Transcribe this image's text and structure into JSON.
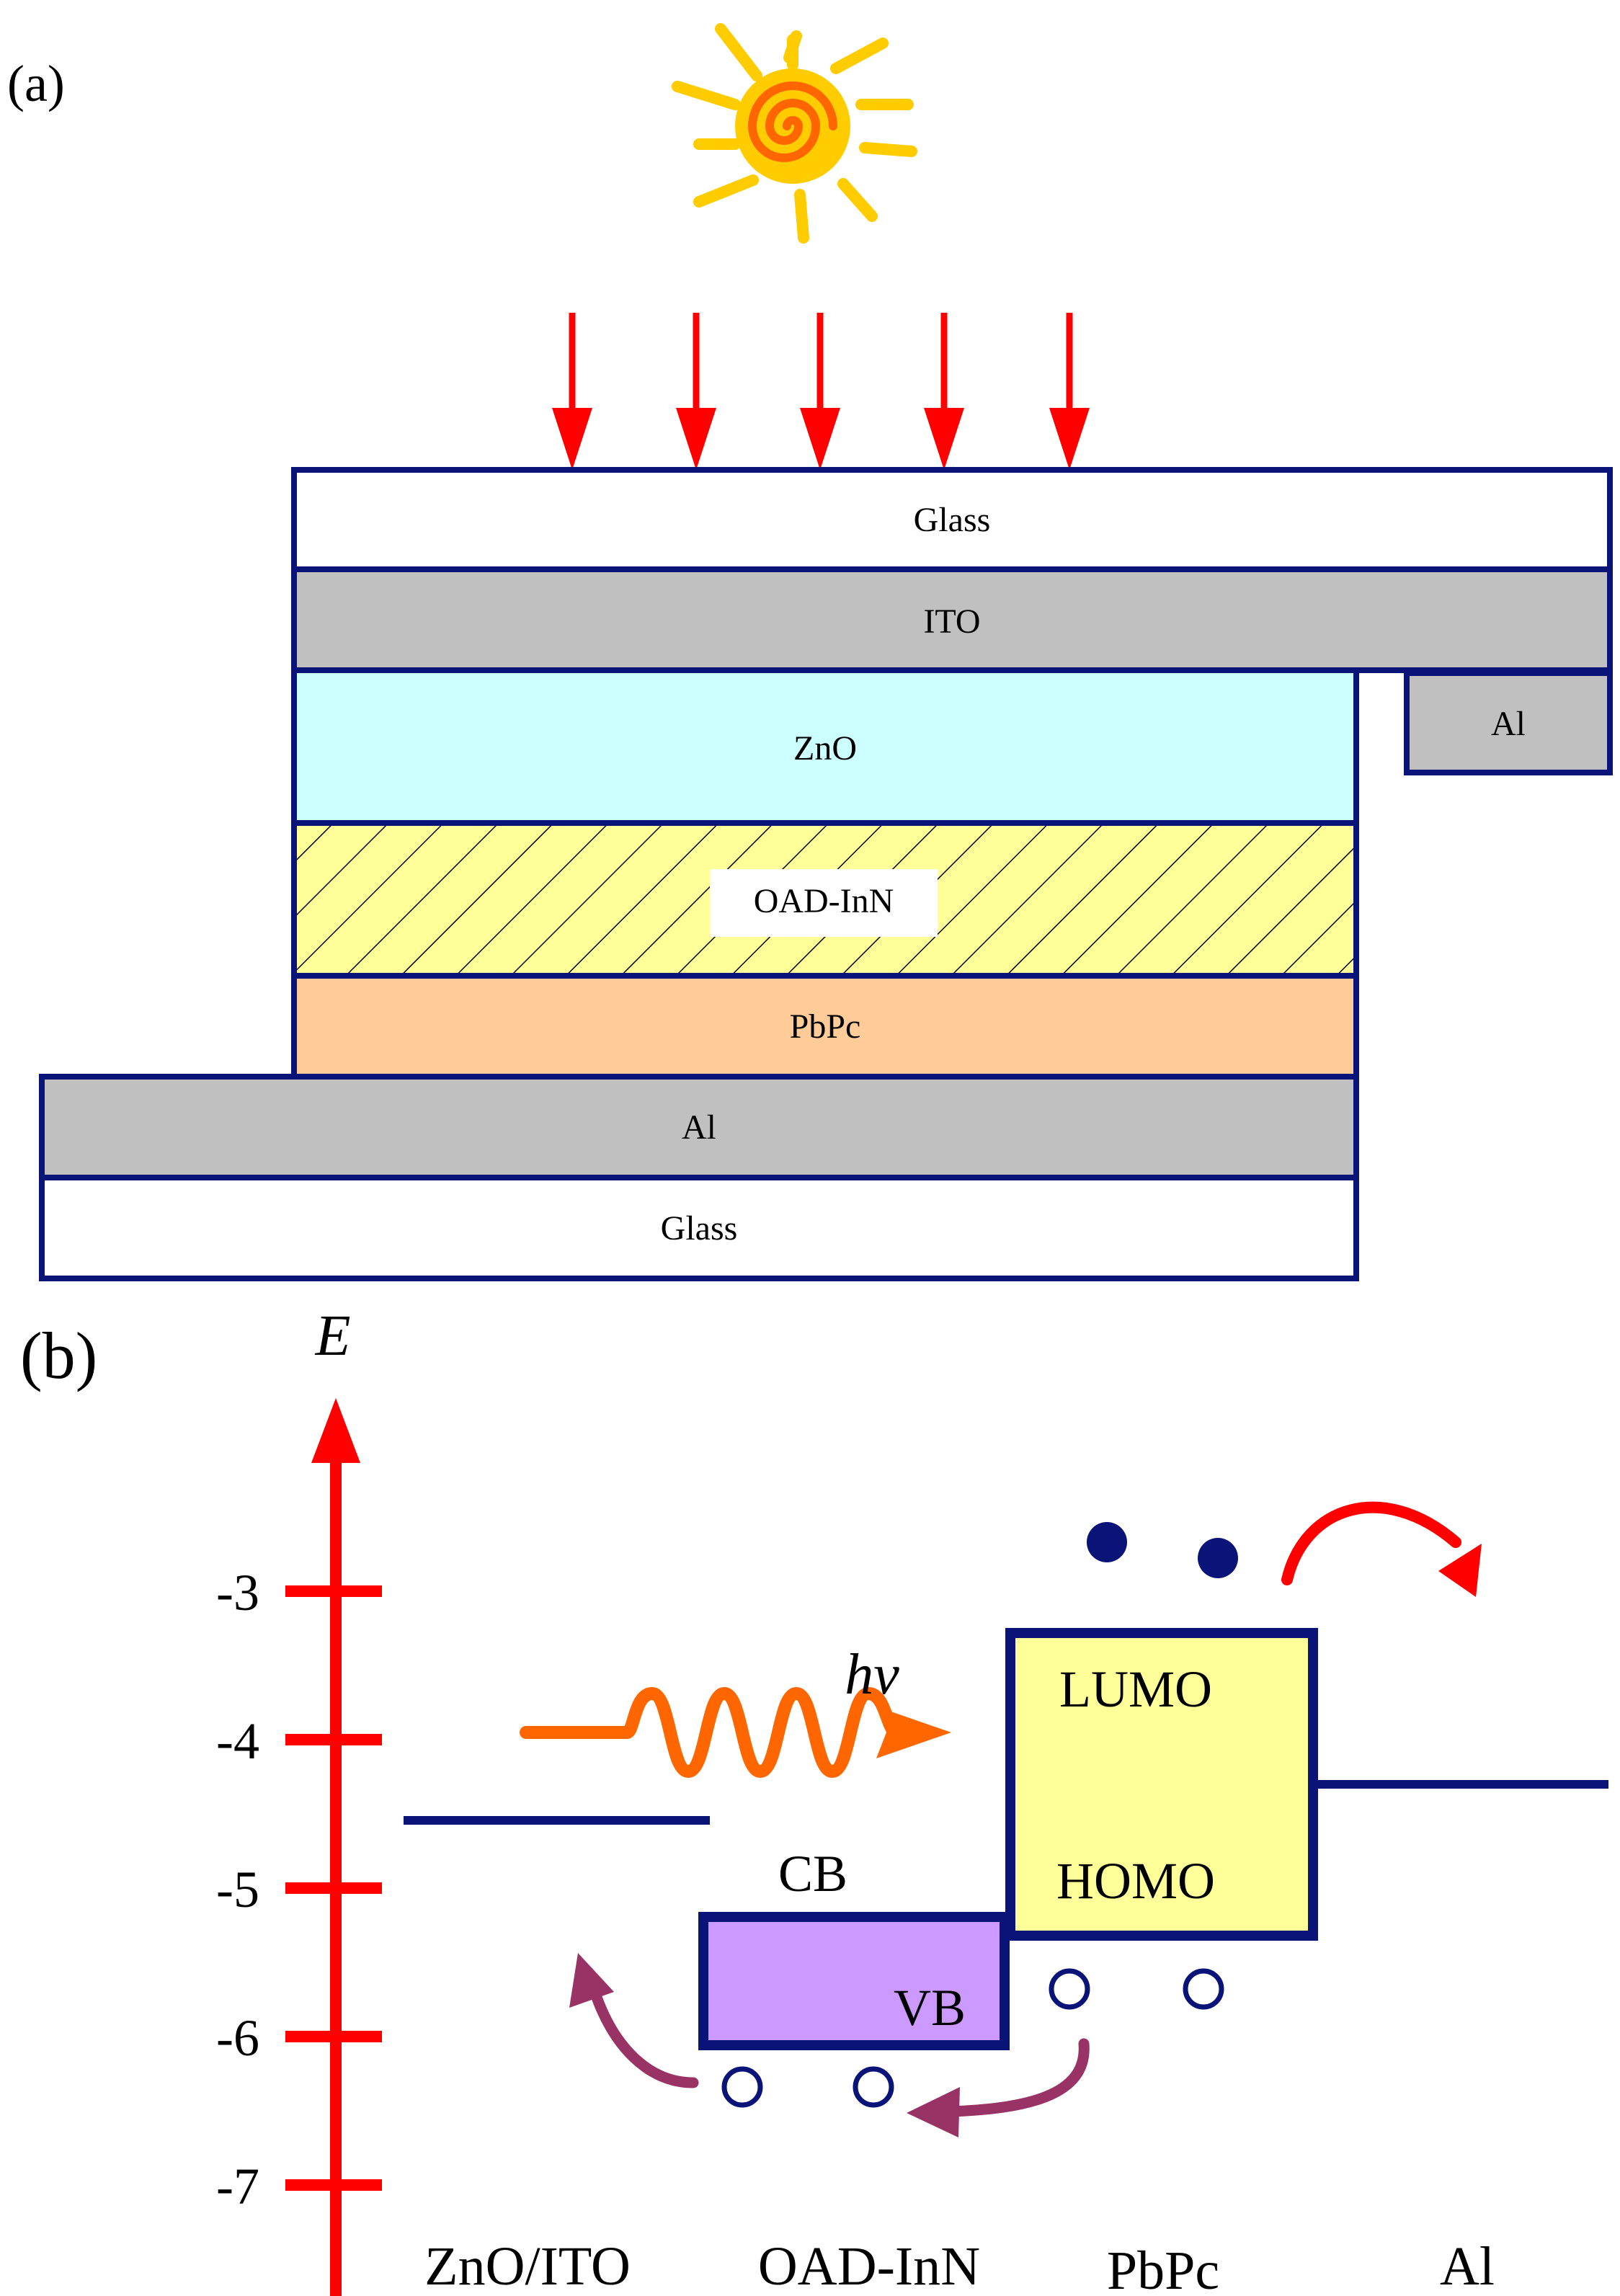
{
  "panel_a": {
    "label": "(a)",
    "layers": {
      "glass_top": "Glass",
      "ito": "ITO",
      "al_contact": "Al",
      "zno": "ZnO",
      "oad_inn": "OAD-InN",
      "pbpc": "PbPc",
      "al_bottom": "Al",
      "glass_bottom": "Glass"
    },
    "colors": {
      "outline": "#0a1478",
      "glass": "#ffffff",
      "ito": "#c0c0c0",
      "al": "#c0c0c0",
      "zno": "#ccffff",
      "oad_inn": "#ffff99",
      "pbpc": "#ffcc99",
      "light_arrows": "#ff0000",
      "sun": "#ffcc00",
      "sun_core": "#ff6600"
    }
  },
  "panel_b": {
    "label": "(b)",
    "axis_label": "E",
    "axis_ticks": [
      {
        "label": "-3",
        "value": -3
      },
      {
        "label": "-4",
        "value": -4
      },
      {
        "label": "-5",
        "value": -5
      },
      {
        "label": "-6",
        "value": -6
      },
      {
        "label": "-7",
        "value": -7
      }
    ],
    "photon_label": "hv",
    "bands": {
      "cb": "CB",
      "vb": "VB",
      "lumo": "LUMO",
      "homo": "HOMO"
    },
    "materials": [
      "ZnO/ITO",
      "OAD-InN",
      "PbPc",
      "Al"
    ],
    "colors": {
      "axis": "#ff0000",
      "levels": "#0a1478",
      "oad_inn_box": "#cc99ff",
      "pbpc_box": "#ffff99",
      "photon": "#ff6600",
      "electron_arrow": "#ff0000",
      "hole_arrow": "#993366"
    }
  }
}
